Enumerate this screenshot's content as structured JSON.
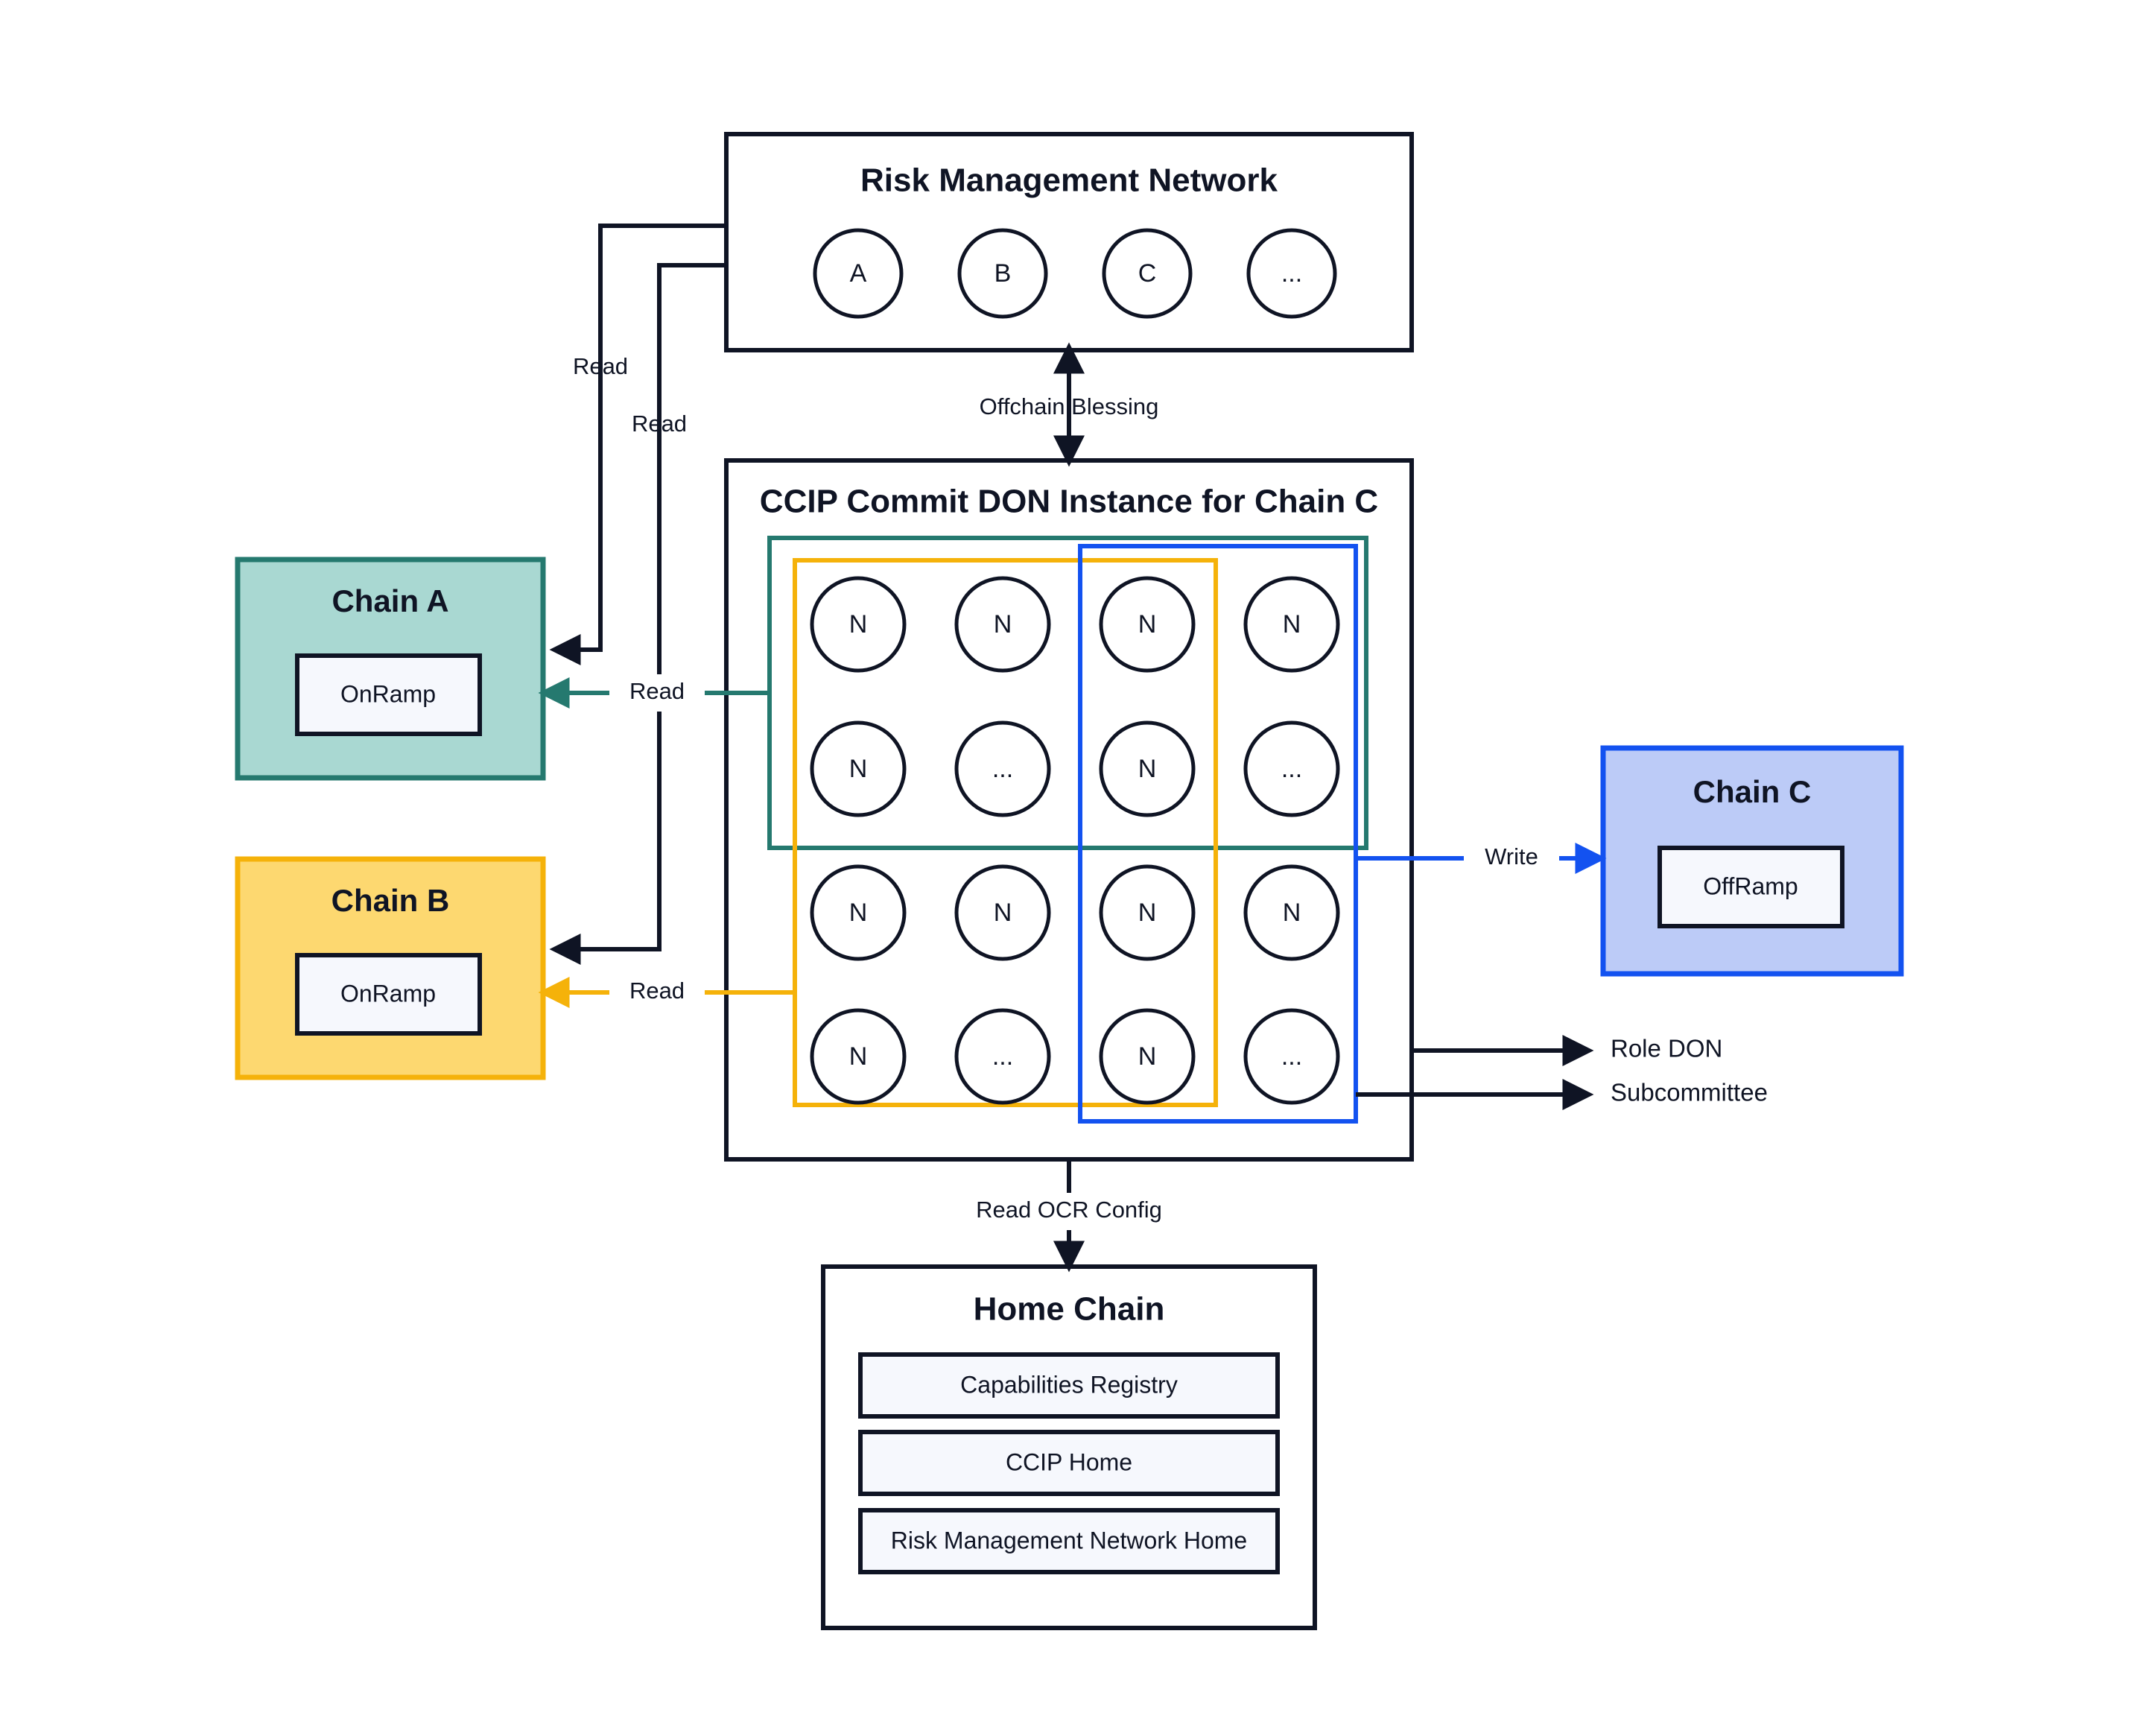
{
  "diagram": {
    "title": "CCIP Commit DON Architecture",
    "colors": {
      "ink": "#0f1424",
      "teal_fill": "#a9d8d2",
      "teal_stroke": "#25796f",
      "yellow_fill": "#fdd870",
      "yellow_stroke": "#f5b20a",
      "blue_fill": "#bccbf7",
      "blue_stroke": "#1352f0",
      "inner_fill": "#f6f8fd"
    }
  },
  "risk_management_network": {
    "title": "Risk Management Network",
    "nodes": [
      "A",
      "B",
      "C",
      "..."
    ]
  },
  "commit_don": {
    "title": "CCIP Commit DON Instance for Chain C",
    "node_grid": [
      [
        "N",
        "N",
        "N",
        "N"
      ],
      [
        "N",
        "...",
        "N",
        "..."
      ],
      [
        "N",
        "N",
        "N",
        "N"
      ],
      [
        "N",
        "...",
        "N",
        "..."
      ]
    ],
    "groups": [
      {
        "name": "teal-group",
        "color": "#25796f"
      },
      {
        "name": "yellow-group",
        "color": "#f5b20a"
      },
      {
        "name": "blue-group",
        "color": "#1352f0"
      }
    ]
  },
  "chain_a": {
    "title": "Chain A",
    "inner": "OnRamp"
  },
  "chain_b": {
    "title": "Chain B",
    "inner": "OnRamp"
  },
  "chain_c": {
    "title": "Chain C",
    "inner": "OffRamp"
  },
  "home_chain": {
    "title": "Home Chain",
    "items": [
      "Capabilities Registry",
      "CCIP Home",
      "Risk Management Network Home"
    ]
  },
  "edges": {
    "rmn_read_a": "Read",
    "rmn_read_b": "Read",
    "offchain_blessing": "Offchain Blessing",
    "don_read_a": "Read",
    "don_read_b": "Read",
    "write_c": "Write",
    "read_ocr_config": "Read OCR Config"
  },
  "legend": {
    "role_don": "Role DON",
    "subcommittee": "Subcommittee"
  }
}
